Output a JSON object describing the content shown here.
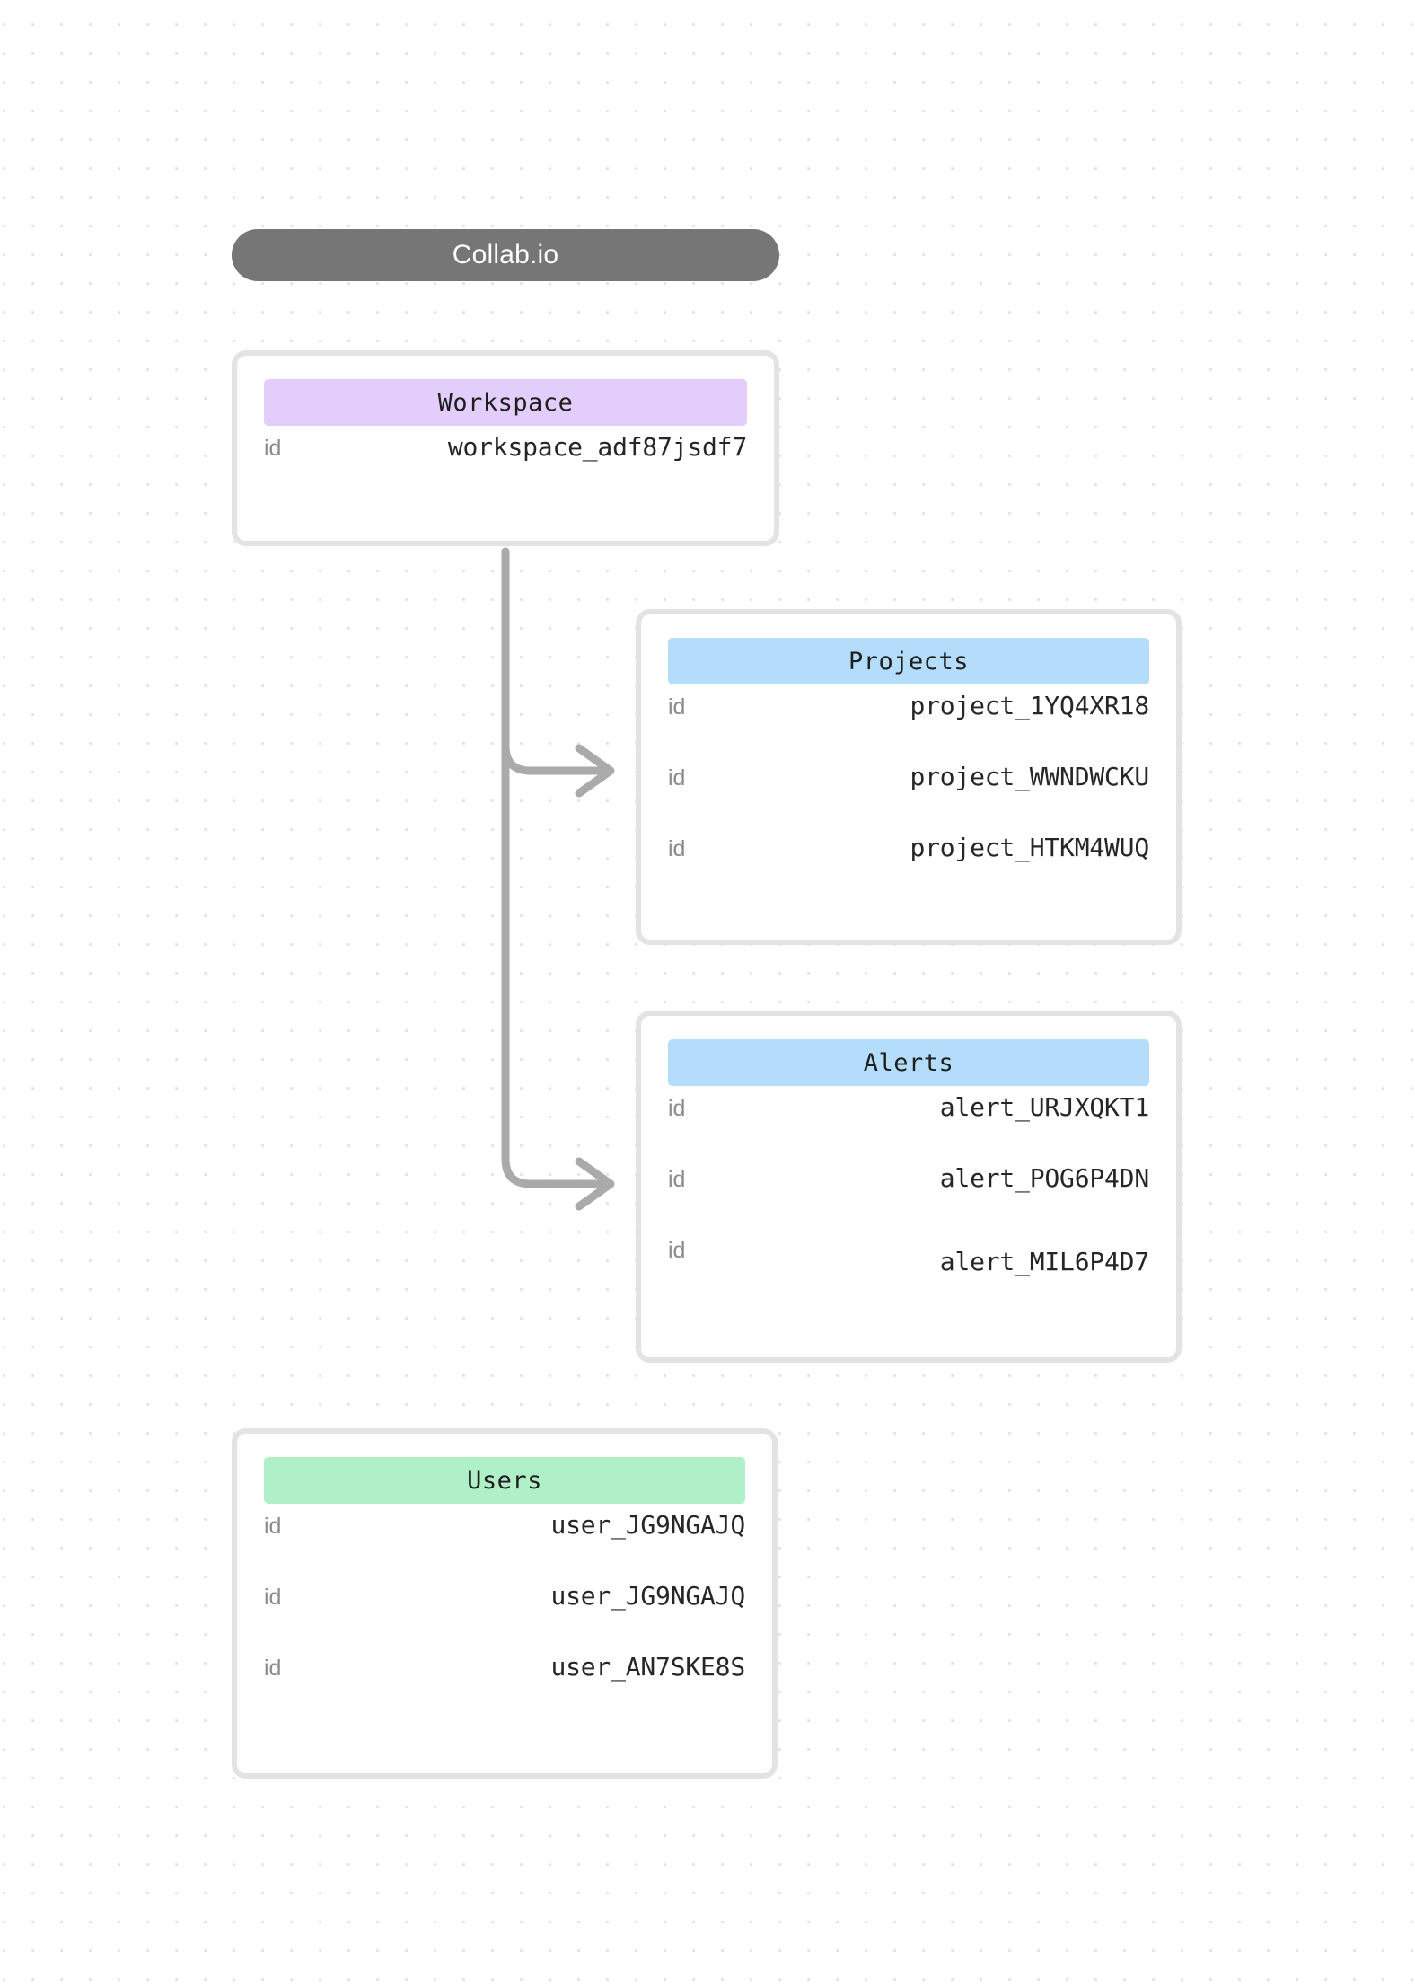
{
  "brand": {
    "label": "Collab.io"
  },
  "colors": {
    "brand_pill": "#767676",
    "workspace_header": "#e2cdfb",
    "projects_header": "#b3ddfb",
    "alerts_header": "#b3ddfb",
    "users_header": "#b0f0c8",
    "card_border": "#e3e3e3",
    "connector": "#aaaaaa",
    "grid_dot": "#e4e4e4",
    "key_text": "#8b8b8b",
    "value_text": "#262626"
  },
  "cards": {
    "workspace": {
      "title": "Workspace",
      "rows": [
        {
          "key": "id",
          "value": "workspace_adf87jsdf7"
        }
      ]
    },
    "projects": {
      "title": "Projects",
      "rows": [
        {
          "key": "id",
          "value": "project_1YQ4XR18"
        },
        {
          "key": "id",
          "value": "project_WWNDWCKU"
        },
        {
          "key": "id",
          "value": "project_HTKM4WUQ"
        }
      ]
    },
    "alerts": {
      "title": "Alerts",
      "rows": [
        {
          "key": "id",
          "value": "alert_URJXQKT1"
        },
        {
          "key": "id",
          "value": "alert_POG6P4DN"
        },
        {
          "key": "id",
          "value": "alert_MIL6P4D7"
        }
      ]
    },
    "users": {
      "title": "Users",
      "rows": [
        {
          "key": "id",
          "value": "user_JG9NGAJQ"
        },
        {
          "key": "id",
          "value": "user_JG9NGAJQ"
        },
        {
          "key": "id",
          "value": "user_AN7SKE8S"
        }
      ]
    }
  },
  "connectors": [
    {
      "from": "workspace",
      "to": "projects"
    },
    {
      "from": "workspace",
      "to": "alerts"
    }
  ]
}
